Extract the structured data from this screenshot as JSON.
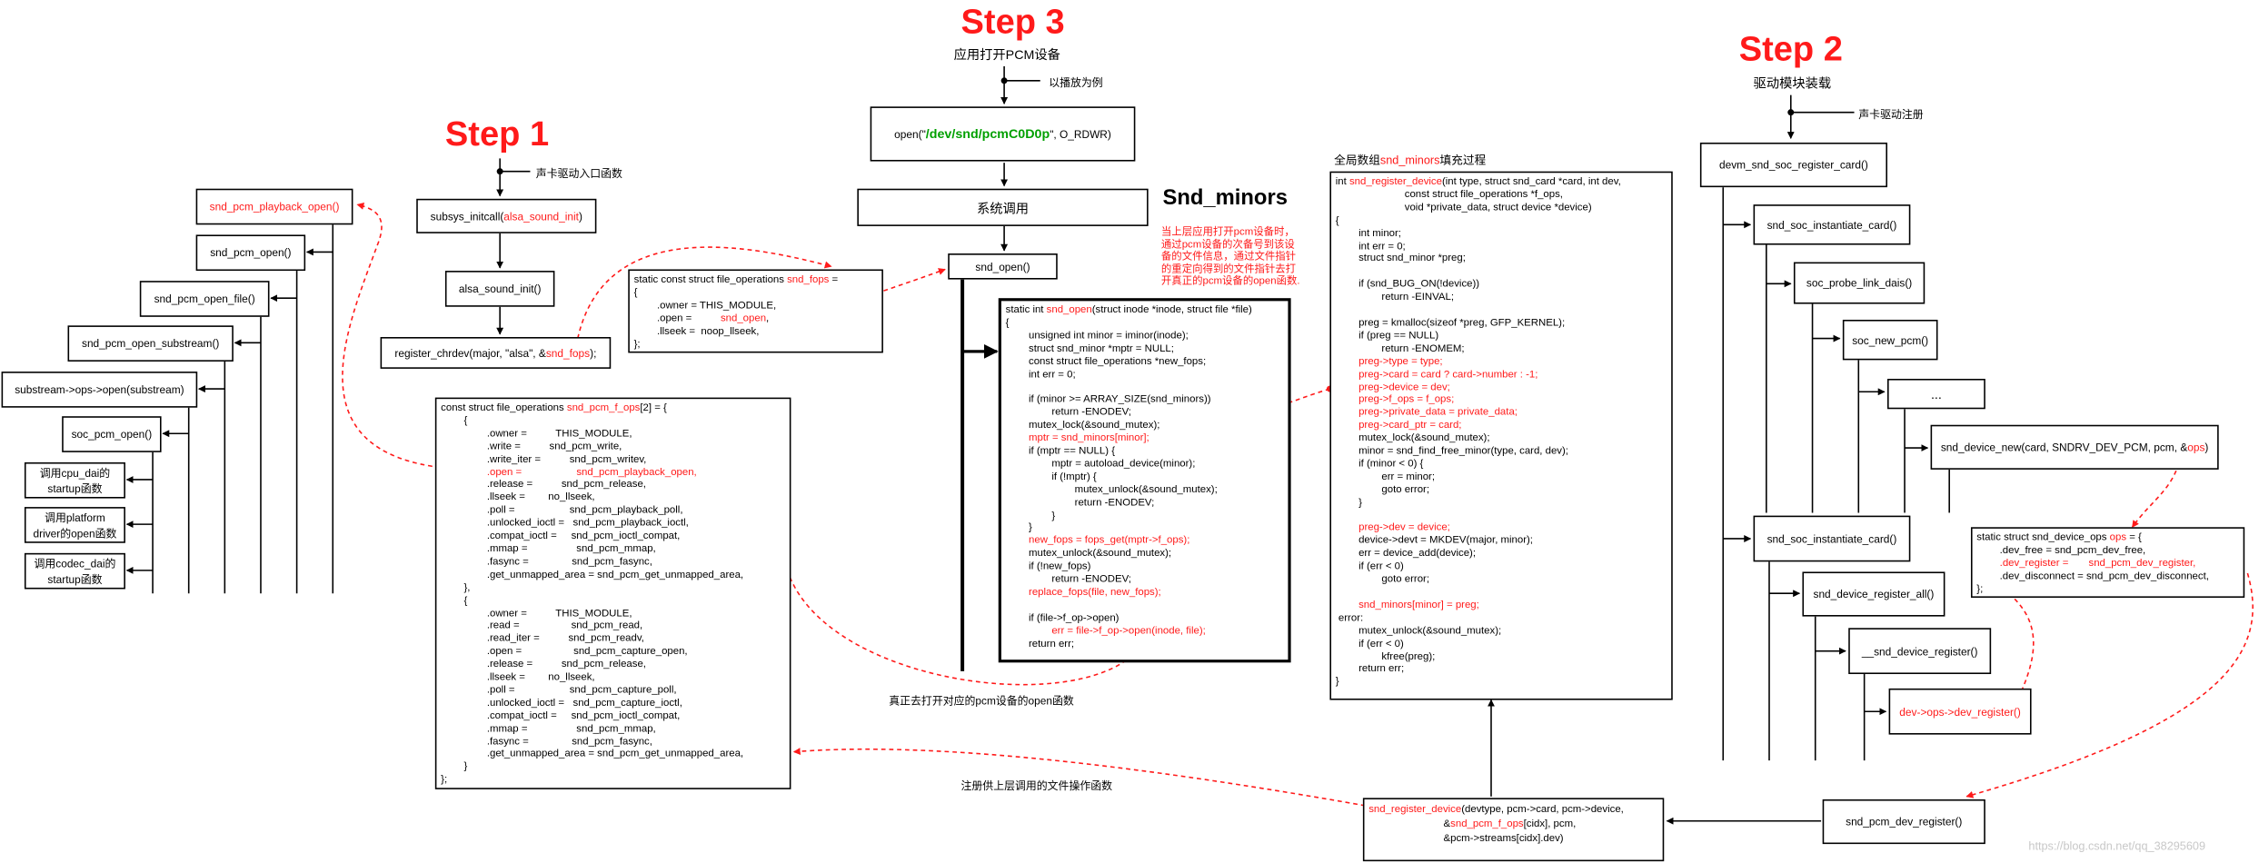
{
  "steps": {
    "step1": "Step 1",
    "step2": "Step 2",
    "step3": "Step 3"
  },
  "step3": {
    "subtitle": "应用打开PCM设备",
    "example_label": "以播放为例",
    "open_call_prefix": "open(\"",
    "open_call_device": "/dev/snd/pcmC0D0p",
    "open_call_suffix": "\", O_RDWR)",
    "syscall_label": "系统调用",
    "snd_open_label": "snd_open()",
    "snd_minors_title": "Snd_minors",
    "snd_minors_note": "当上层应用打开pcm设备时，\n通过pcm设备的次备号到该设\n备的文件信息，通过文件指针\n的重定向得到的文件指针去打\n开真正的pcm设备的open函数.",
    "real_open_caption": "真正去打开对应的pcm设备的open函数",
    "snd_open_code": [
      {
        "t": "static int ",
        "r": false
      },
      {
        "t": "snd_open",
        "r": true
      },
      {
        "t": "(struct inode *inode, struct file *file)\n{\n        unsigned int minor = iminor(inode);\n        struct snd_minor *mptr = NULL;\n        const struct file_operations *new_fops;\n        int err = 0;\n\n        if (minor >= ARRAY_SIZE(snd_minors))\n                return -ENODEV;\n        mutex_lock(&sound_mutex);\n        ",
        "r": false
      },
      {
        "t": "mptr = snd_minors[minor];",
        "r": true
      },
      {
        "t": "\n        if (mptr == NULL) {\n                mptr = autoload_device(minor);\n                if (!mptr) {\n                        mutex_unlock(&sound_mutex);\n                        return -ENODEV;\n                }\n        }\n        ",
        "r": false
      },
      {
        "t": "new_fops = fops_get(mptr->f_ops);",
        "r": true
      },
      {
        "t": "\n        mutex_unlock(&sound_mutex);\n        if (!new_fops)\n                return -ENODEV;\n        ",
        "r": false
      },
      {
        "t": "replace_fops(file, new_fops);",
        "r": true
      },
      {
        "t": "\n\n        if (file->f_op->open)\n                ",
        "r": false
      },
      {
        "t": "err = file->f_op->open(inode, file);",
        "r": true
      },
      {
        "t": "\n        return err;",
        "r": false
      }
    ]
  },
  "step1": {
    "entry_label": "声卡驱动入口函数",
    "subsys_prefix": "subsys_initcall(",
    "subsys_fn": "alsa_sound_init",
    "subsys_suffix": ")",
    "alsa_init_label": "alsa_sound_init()",
    "register_prefix": "register_chrdev(major, \"alsa\", &",
    "register_fn": "snd_fops",
    "register_suffix": ");",
    "snd_fops_code": [
      {
        "t": "static const struct file_operations ",
        "r": false
      },
      {
        "t": "snd_fops",
        "r": true
      },
      {
        "t": " =\n{\n        .owner = THIS_MODULE,\n        .open =          ",
        "r": false
      },
      {
        "t": "snd_open",
        "r": true
      },
      {
        "t": ",\n        .llseek =  noop_llseek,\n};",
        "r": false
      }
    ],
    "pcm_f_ops_code": [
      {
        "t": "const struct file_operations ",
        "r": false
      },
      {
        "t": "snd_pcm_f_ops",
        "r": true
      },
      {
        "t": "[2] = {\n        {\n                .owner =          THIS_MODULE,\n                .write =          snd_pcm_write,\n                .write_iter =          snd_pcm_writev,\n                ",
        "r": false
      },
      {
        "t": ".open =                   snd_pcm_playback_open,",
        "r": true
      },
      {
        "t": "\n                .release =          snd_pcm_release,\n                .llseek =        no_llseek,\n                .poll =                   snd_pcm_playback_poll,\n                .unlocked_ioctl =   snd_pcm_playback_ioctl,\n                .compat_ioctl =     snd_pcm_ioctl_compat,\n                .mmap =                 snd_pcm_mmap,\n                .fasync =               snd_pcm_fasync,\n                .get_unmapped_area = snd_pcm_get_unmapped_area,\n        },\n        {\n                .owner =          THIS_MODULE,\n                .read =                  snd_pcm_read,\n                .read_iter =          snd_pcm_readv,\n                .open =                  snd_pcm_capture_open,\n                .release =          snd_pcm_release,\n                .llseek =        no_llseek,\n                .poll =                   snd_pcm_capture_poll,\n                .unlocked_ioctl =   snd_pcm_capture_ioctl,\n                .compat_ioctl =     snd_pcm_ioctl_compat,\n                .mmap =                 snd_pcm_mmap,\n                .fasync =               snd_pcm_fasync,\n                .get_unmapped_area = snd_pcm_get_unmapped_area,\n        }\n};",
        "r": false
      }
    ],
    "register_caption": "注册供上层调用的文件操作函数"
  },
  "left_chain": {
    "playback_open": "snd_pcm_playback_open()",
    "pcm_open": "snd_pcm_open()",
    "open_file": "snd_pcm_open_file()",
    "open_substream": "snd_pcm_open_substream()",
    "substream_ops_open": "substream->ops->open(substream)",
    "soc_pcm_open": "soc_pcm_open()",
    "cpu_dai": "调用cpu_dai的startup函数",
    "platform": "调用platform driver的open函数",
    "codec_dai": "调用codec_dai的startup函数"
  },
  "middle": {
    "title_prefix": "全局数组",
    "title_highlight": "snd_minors",
    "title_suffix": "填充过程",
    "register_device_code": [
      {
        "t": "int ",
        "r": false
      },
      {
        "t": "snd_register_device",
        "r": true
      },
      {
        "t": "(int type, struct snd_card *card, int dev,\n                        const struct file_operations *f_ops,\n                        void *private_data, struct device *device)\n{\n        int minor;\n        int err = 0;\n        struct snd_minor *preg;\n\n        if (snd_BUG_ON(!device))\n                return -EINVAL;\n\n        preg = kmalloc(sizeof *preg, GFP_KERNEL);\n        if (preg == NULL)\n                return -ENOMEM;\n        ",
        "r": false
      },
      {
        "t": "preg->type = type;\n        preg->card = card ? card->number : -1;\n        preg->device = dev;\n        preg->f_ops = f_ops;\n        preg->private_data = private_data;\n        preg->card_ptr = card;",
        "r": true
      },
      {
        "t": "\n        mutex_lock(&sound_mutex);\n        minor = snd_find_free_minor(type, card, dev);\n        if (minor < 0) {\n                err = minor;\n                goto error;\n        }\n\n        ",
        "r": false
      },
      {
        "t": "preg->dev = device;",
        "r": true
      },
      {
        "t": "\n        device->devt = MKDEV(major, minor);\n        err = device_add(device);\n        if (err < 0)\n                goto error;\n\n        ",
        "r": false
      },
      {
        "t": "snd_minors[minor] = preg;",
        "r": true
      },
      {
        "t": "\n error:\n        mutex_unlock(&sound_mutex);\n        if (err < 0)\n                kfree(preg);\n        return err;\n}",
        "r": false
      }
    ]
  },
  "bottom": {
    "reg_call": [
      {
        "t": "snd_register_device",
        "r": true
      },
      {
        "t": "(devtype, pcm->card, pcm->device,\n                          &",
        "r": false
      },
      {
        "t": "snd_pcm_f_ops",
        "r": true
      },
      {
        "t": "[cidx], pcm,\n                          &pcm->streams[cidx].dev)",
        "r": false
      }
    ],
    "dev_register": "snd_pcm_dev_register()"
  },
  "step2": {
    "subtitle": "驱动模块装载",
    "note": "声卡驱动注册",
    "devm_card": "devm_snd_soc_register_card()",
    "instantiate1": "snd_soc_instantiate_card()",
    "probe_link": "soc_probe_link_dais()",
    "new_pcm": "soc_new_pcm()",
    "dots": "...",
    "device_new": [
      {
        "t": "snd_device_new(card, SNDRV_DEV_PCM, pcm, &",
        "r": false
      },
      {
        "t": "ops",
        "r": true
      },
      {
        "t": ")",
        "r": false
      }
    ],
    "instantiate2": "snd_soc_instantiate_card()",
    "register_all": "snd_device_register_all()",
    "dunder_register": "__snd_device_register()",
    "ops_register": "dev->ops->dev_register()",
    "ops_code": [
      {
        "t": "static struct snd_device_ops ",
        "r": false
      },
      {
        "t": "ops",
        "r": true
      },
      {
        "t": " = {\n        .dev_free = snd_pcm_dev_free,\n        ",
        "r": false
      },
      {
        "t": ".dev_register =       snd_pcm_dev_register,",
        "r": true
      },
      {
        "t": "\n        .dev_disconnect = snd_pcm_dev_disconnect,\n};",
        "r": false
      }
    ]
  },
  "watermark": "https://blog.csdn.net/qq_38295609",
  "colors": {
    "accent": "#ff1a1a",
    "device_path": "#00a000",
    "line": "#000000"
  }
}
